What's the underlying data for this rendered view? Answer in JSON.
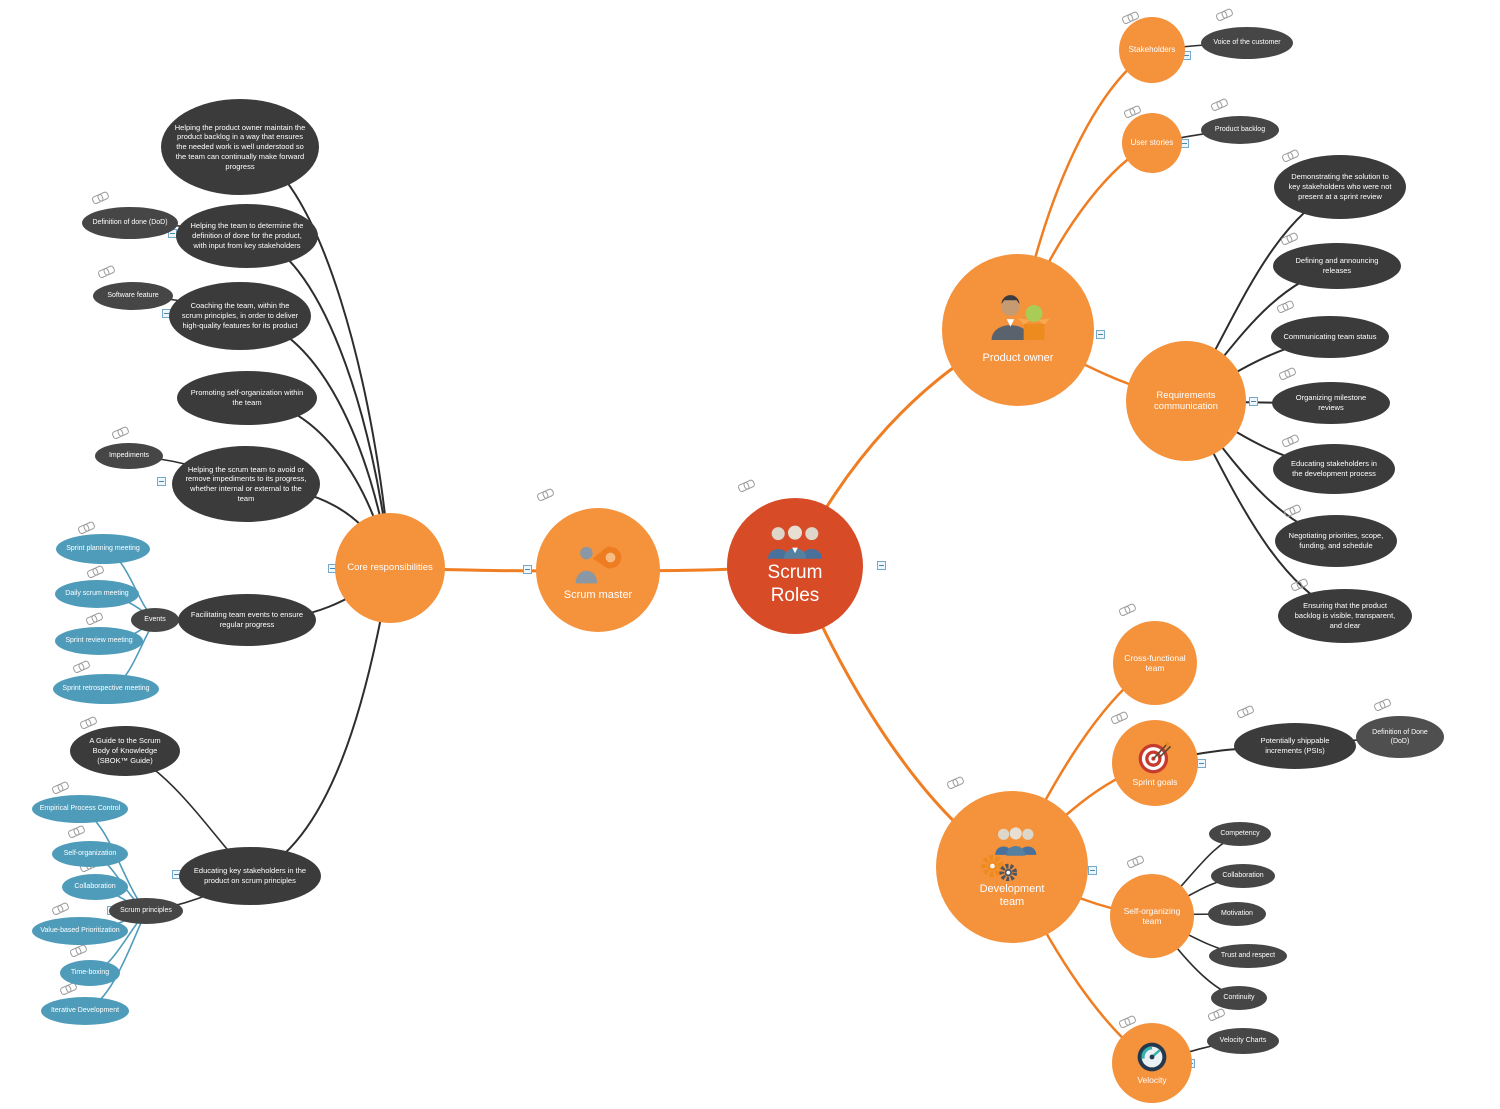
{
  "app": {
    "title": "Scrum Roles mind map"
  },
  "colors": {
    "center_node": "#d84b27",
    "branch_node": "#f5923c",
    "dark_node": "#3b3b3b",
    "blue_node": "#4f9cba",
    "edge_orange": "#ef7d22",
    "edge_dark": "#2d2d2d",
    "edge_blue": "#4f9cba"
  },
  "icons": {
    "link": "chain-link-icon",
    "collapse": "minus-box-icon",
    "center": "team-icon",
    "scrum_master": "megaphone-person-icon",
    "product_owner": "product-owner-icon",
    "development_team": "team-gears-icon",
    "sprint_goals": "target-darts-icon",
    "velocity": "gauge-icon"
  },
  "nodes": {
    "scrum_roles": {
      "label": "Scrum Roles"
    },
    "scrum_master": {
      "label": "Scrum master"
    },
    "core_responsibilities": {
      "label": "Core responsibilities"
    },
    "resp_backlog": {
      "label": "Helping the product owner maintain the product backlog in a way that ensures the needed work is well understood so the team can continually make forward progress"
    },
    "resp_dod": {
      "label": "Helping the team to determine the definition of done for the product, with input from key stakeholders"
    },
    "dod_note": {
      "label": "Definition of done (DoD)"
    },
    "resp_coaching": {
      "label": "Coaching the team, within the scrum principles, in order to deliver high-quality features for its product"
    },
    "software_feature": {
      "label": "Software feature"
    },
    "resp_selforg": {
      "label": "Promoting self-organization within the team"
    },
    "resp_impediments": {
      "label": "Helping the scrum team to avoid or remove impediments to its progress, whether internal or external to the team"
    },
    "impediments_note": {
      "label": "Impediments"
    },
    "resp_events": {
      "label": "Facilitating team events to ensure regular progress"
    },
    "events": {
      "label": "Events"
    },
    "sprint_planning": {
      "label": "Sprint planning meeting"
    },
    "daily_scrum": {
      "label": "Daily scrum meeting"
    },
    "sprint_review": {
      "label": "Sprint review meeting"
    },
    "sprint_retrospective": {
      "label": "Sprint retrospective meeting"
    },
    "resp_educating": {
      "label": "Educating key stakeholders in the product on scrum principles"
    },
    "sbok": {
      "label": "A Guide to the Scrum Body of Knowledge (SBOK™ Guide)"
    },
    "scrum_principles": {
      "label": "Scrum principles"
    },
    "empirical_process_control": {
      "label": "Empirical Process Control"
    },
    "self_organization": {
      "label": "Self-organization"
    },
    "collaboration_principle": {
      "label": "Collaboration"
    },
    "value_based_prioritization": {
      "label": "Value-based Prioritization"
    },
    "time_boxing": {
      "label": "Time-boxing"
    },
    "iterative_development": {
      "label": "Iterative Development"
    },
    "product_owner": {
      "label": "Product owner"
    },
    "stakeholders": {
      "label": "Stakeholders"
    },
    "voice_of_customer": {
      "label": "Voice of the customer"
    },
    "user_stories": {
      "label": "User stories"
    },
    "product_backlog": {
      "label": "Product backlog"
    },
    "requirements_communication": {
      "label": "Requirements communication"
    },
    "rc_demonstrating": {
      "label": "Demonstrating the solution to key stakeholders who were not present at a sprint review"
    },
    "rc_releases": {
      "label": "Defining and announcing releases"
    },
    "rc_team_status": {
      "label": "Communicating team status"
    },
    "rc_milestone": {
      "label": "Organizing milestone reviews"
    },
    "rc_educating": {
      "label": "Educating stakeholders in the development process"
    },
    "rc_negotiating": {
      "label": "Negotiating priorities, scope, funding, and schedule"
    },
    "rc_backlog_visible": {
      "label": "Ensuring that the product backlog is visible, transparent, and clear"
    },
    "development_team": {
      "label": "Development team"
    },
    "cross_functional": {
      "label": "Cross-functional team"
    },
    "sprint_goals": {
      "label": "Sprint goals"
    },
    "psi": {
      "label": "Potentially shippable increments (PSIs)"
    },
    "dod_2": {
      "label": "Definition of Done (DoD)"
    },
    "self_organizing_team": {
      "label": "Self-organizing team"
    },
    "competency": {
      "label": "Competency"
    },
    "collaboration_team": {
      "label": "Collaboration"
    },
    "motivation": {
      "label": "Motivation"
    },
    "trust_and_respect": {
      "label": "Trust and respect"
    },
    "continuity": {
      "label": "Continuity"
    },
    "velocity": {
      "label": "Velocity"
    },
    "velocity_charts": {
      "label": "Velocity Charts"
    }
  }
}
